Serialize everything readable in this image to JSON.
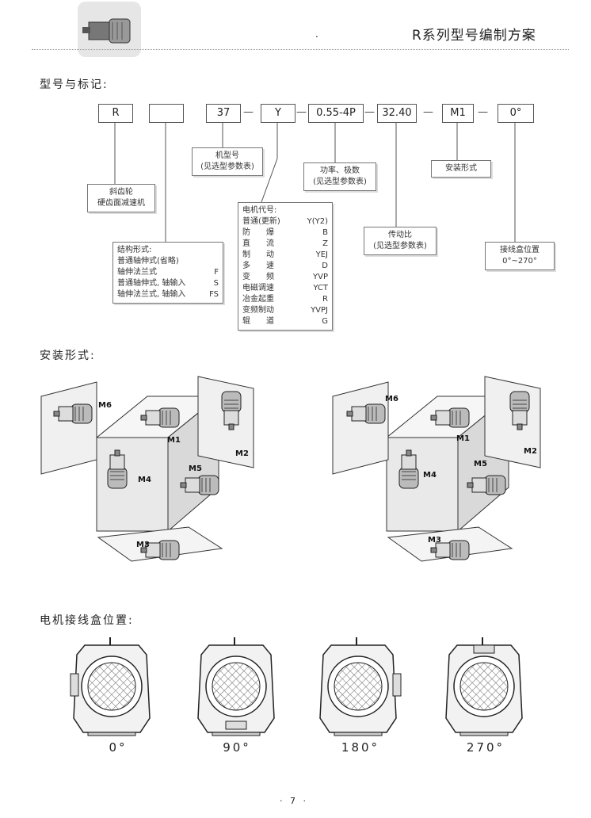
{
  "header": {
    "title": "R系列型号编制方案",
    "dot": "."
  },
  "sections": {
    "model": "型号与标记:",
    "mounting": "安装形式:",
    "terminal": "电机接线盒位置:"
  },
  "code": {
    "r": "R",
    "blank": "",
    "size": "37",
    "dash1": "—",
    "motor": "Y",
    "dash2": "—",
    "power": "0.55-4P",
    "dash3": "—",
    "ratio": "32.40",
    "dash4": "—",
    "mount": "M1",
    "dash5": "—",
    "angle": "0°"
  },
  "notes": {
    "gear": {
      "line1": "斜齿轮",
      "line2": "硬齿面减速机"
    },
    "size": {
      "line1": "机型号",
      "line2": "(见选型参数表)"
    },
    "power": {
      "line1": "功率、极数",
      "line2": "(见选型参数表)"
    },
    "mount": {
      "line1": "安装形式"
    },
    "structure": {
      "title": "结构形式:",
      "rows": [
        {
          "name": "普通轴伸式(省略)",
          "code": ""
        },
        {
          "name": "轴伸法兰式",
          "code": "F"
        },
        {
          "name": "普通轴伸式, 轴输入",
          "code": "S"
        },
        {
          "name": "轴伸法兰式, 轴输入",
          "code": "FS"
        }
      ]
    },
    "motor": {
      "title": "电机代号:",
      "rows": [
        {
          "name": "普通(更新)",
          "code": "Y(Y2)"
        },
        {
          "name": "防　　爆",
          "code": "B"
        },
        {
          "name": "直　　流",
          "code": "Z"
        },
        {
          "name": "制　　动",
          "code": "YEJ"
        },
        {
          "name": "多　　速",
          "code": "D"
        },
        {
          "name": "变　　频",
          "code": "YVP"
        },
        {
          "name": "电磁调速",
          "code": "YCT"
        },
        {
          "name": "冶金起重",
          "code": "R"
        },
        {
          "name": "变频制动",
          "code": "YVPJ"
        },
        {
          "name": "辊　　道",
          "code": "G"
        }
      ]
    },
    "ratio": {
      "line1": "传动比",
      "line2": "(见选型参数表)"
    },
    "terminal": {
      "line1": "接线盒位置",
      "line2": "0°~270°"
    }
  },
  "mounting_labels": [
    "M1",
    "M2",
    "M3",
    "M4",
    "M5",
    "M6"
  ],
  "angles": [
    "0°",
    "90°",
    "180°",
    "270°"
  ],
  "page_number": "· 7 ·"
}
